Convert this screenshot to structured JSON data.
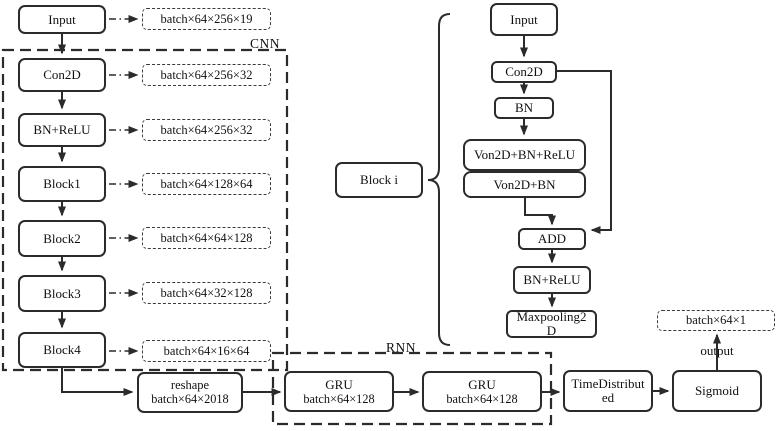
{
  "regions": {
    "cnn": "CNN",
    "rnn": "RNN"
  },
  "cnn_column": {
    "input": {
      "label": "Input",
      "shape": "batch×64×256×19"
    },
    "layers": [
      {
        "label": "Con2D",
        "shape": "batch×64×256×32"
      },
      {
        "label": "BN+ReLU",
        "shape": "batch×64×256×32"
      },
      {
        "label": "Block1",
        "shape": "batch×64×128×64"
      },
      {
        "label": "Block2",
        "shape": "batch×64×64×128"
      },
      {
        "label": "Block3",
        "shape": "batch×64×32×128"
      },
      {
        "label": "Block4",
        "shape": "batch×64×16×64"
      }
    ]
  },
  "block_detail": {
    "caption": "Block i",
    "input": "Input",
    "con2d": "Con2D",
    "bn": "BN",
    "conv_bn_relu": "Von2D+BN+ReLU",
    "conv_bn": "Von2D+BN",
    "add": "ADD",
    "bn_relu": "BN+ReLU",
    "maxpool": "Maxpooling2D"
  },
  "bottom_row": {
    "reshape": {
      "label": "reshape",
      "shape": "batch×64×2018"
    },
    "gru1": {
      "label": "GRU",
      "shape": "batch×64×128"
    },
    "gru2": {
      "label": "GRU",
      "shape": "batch×64×128"
    },
    "time_distributed": "TimeDistributed",
    "sigmoid": "Sigmoid",
    "output_label": "output",
    "output_shape": "batch×64×1"
  }
}
